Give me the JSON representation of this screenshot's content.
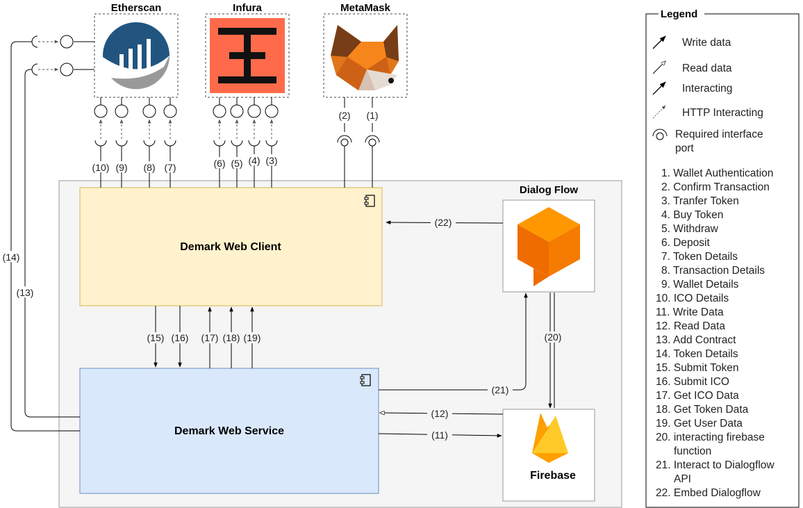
{
  "colors": {
    "client_fill": "#fff2cc",
    "client_stroke": "#d6b656",
    "service_fill": "#dae8fc",
    "service_stroke": "#6c8ebf",
    "boundary_fill": "#f5f5f5",
    "boundary_stroke": "#999999",
    "infura_fill": "#ff6b4a",
    "etherscan_blue": "#21557f",
    "etherscan_gray": "#999999",
    "dialogflow_orange": "#ef6c00",
    "dialogflow_light": "#ff9800",
    "firebase_yellow": "#ffca28",
    "firebase_orange": "#f57c00",
    "metamask_orange": "#e2761b"
  },
  "titles": {
    "etherscan": "Etherscan",
    "infura": "Infura",
    "metamask": "MetaMask",
    "dialogflow": "Dialog Flow",
    "firebase": "Firebase",
    "client": "Demark Web Client",
    "service": "Demark Web Service"
  },
  "connectors": {
    "c1": "(1)",
    "c2": "(2)",
    "c3": "(3)",
    "c4": "(4)",
    "c5": "(5)",
    "c6": "(6)",
    "c7": "(7)",
    "c8": "(8)",
    "c9": "(9)",
    "c10": "(10)",
    "c11": "(11)",
    "c12": "(12)",
    "c13": "(13)",
    "c14": "(14)",
    "c15": "(15)",
    "c16": "(16)",
    "c17": "(17)",
    "c18": "(18)",
    "c19": "(19)",
    "c20": "(20)",
    "c21": "(21)",
    "c22": "(22)"
  },
  "legend": {
    "title": "Legend",
    "symbols": [
      {
        "label": "Write data"
      },
      {
        "label": "Read data"
      },
      {
        "label": "Interacting"
      },
      {
        "label": "HTTP Interacting"
      },
      {
        "label": "Required interface",
        "label2": "port"
      }
    ],
    "items": [
      {
        "text": "1. Wallet Authentication"
      },
      {
        "text": "2. Confirm Transaction"
      },
      {
        "text": "3. Tranfer Token"
      },
      {
        "text": "4. Buy Token"
      },
      {
        "text": "5. Withdraw"
      },
      {
        "text": "6. Deposit"
      },
      {
        "text": "7. Token Details"
      },
      {
        "text": "8. Transaction Details"
      },
      {
        "text": "9. Wallet Details"
      },
      {
        "text": "10. ICO Details"
      },
      {
        "text": "11. Write Data"
      },
      {
        "text": "12. Read Data"
      },
      {
        "text": "13. Add Contract"
      },
      {
        "text": "14. Token Details"
      },
      {
        "text": "15. Submit Token"
      },
      {
        "text": "16. Submit ICO"
      },
      {
        "text": "17. Get ICO Data"
      },
      {
        "text": "18. Get Token Data"
      },
      {
        "text": "19. Get User Data"
      },
      {
        "text": "20. interacting firebase",
        "text2": "function"
      },
      {
        "text": "21. Interact to Dialogflow",
        "text2": "API"
      },
      {
        "text": "22. Embed Dialogflow"
      }
    ]
  }
}
